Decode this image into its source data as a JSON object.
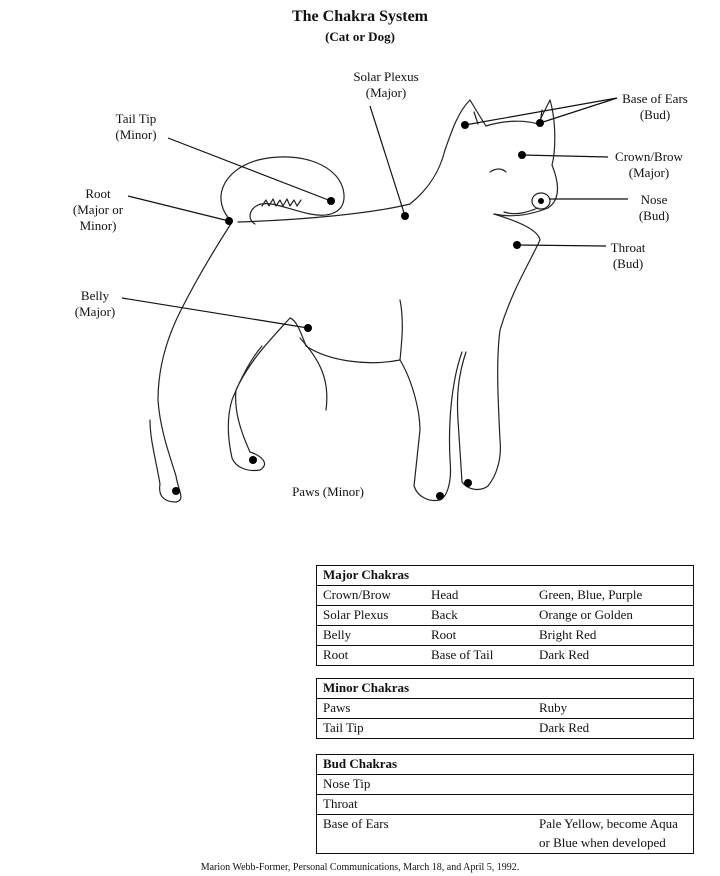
{
  "title": "The Chakra System",
  "subtitle": "(Cat or Dog)",
  "labels": {
    "solar_plexus": [
      "Solar Plexus",
      "(Major)"
    ],
    "base_of_ears": [
      "Base of Ears",
      "(Bud)"
    ],
    "tail_tip": [
      "Tail Tip",
      "(Minor)"
    ],
    "crown_brow": [
      "Crown/Brow",
      "(Major)"
    ],
    "root": [
      "Root",
      "(Major or",
      "Minor)"
    ],
    "nose": [
      "Nose",
      "(Bud)"
    ],
    "throat": [
      "Throat",
      "(Bud)"
    ],
    "belly": [
      "Belly",
      "(Major)"
    ],
    "paws": [
      "Paws (Minor)"
    ]
  },
  "tables": {
    "major": {
      "heading": "Major Chakras",
      "rows": [
        [
          "Crown/Brow",
          "Head",
          "Green, Blue, Purple"
        ],
        [
          "Solar Plexus",
          "Back",
          "Orange or Golden"
        ],
        [
          "Belly",
          "Root",
          "Bright Red"
        ],
        [
          "Root",
          "Base of Tail",
          "Dark Red"
        ]
      ]
    },
    "minor": {
      "heading": "Minor Chakras",
      "rows": [
        [
          "Paws",
          "",
          "Ruby"
        ],
        [
          "Tail Tip",
          "",
          "Dark Red"
        ]
      ]
    },
    "bud": {
      "heading": "Bud Chakras",
      "rows": [
        [
          "Nose Tip",
          "",
          ""
        ],
        [
          "Throat",
          "",
          ""
        ],
        [
          "Base of Ears",
          "",
          "Pale Yellow, become Aqua"
        ]
      ],
      "continuation": "or Blue when developed"
    }
  },
  "footer": "Marion Webb-Former, Personal Communications, March 18, and April 5, 1992."
}
